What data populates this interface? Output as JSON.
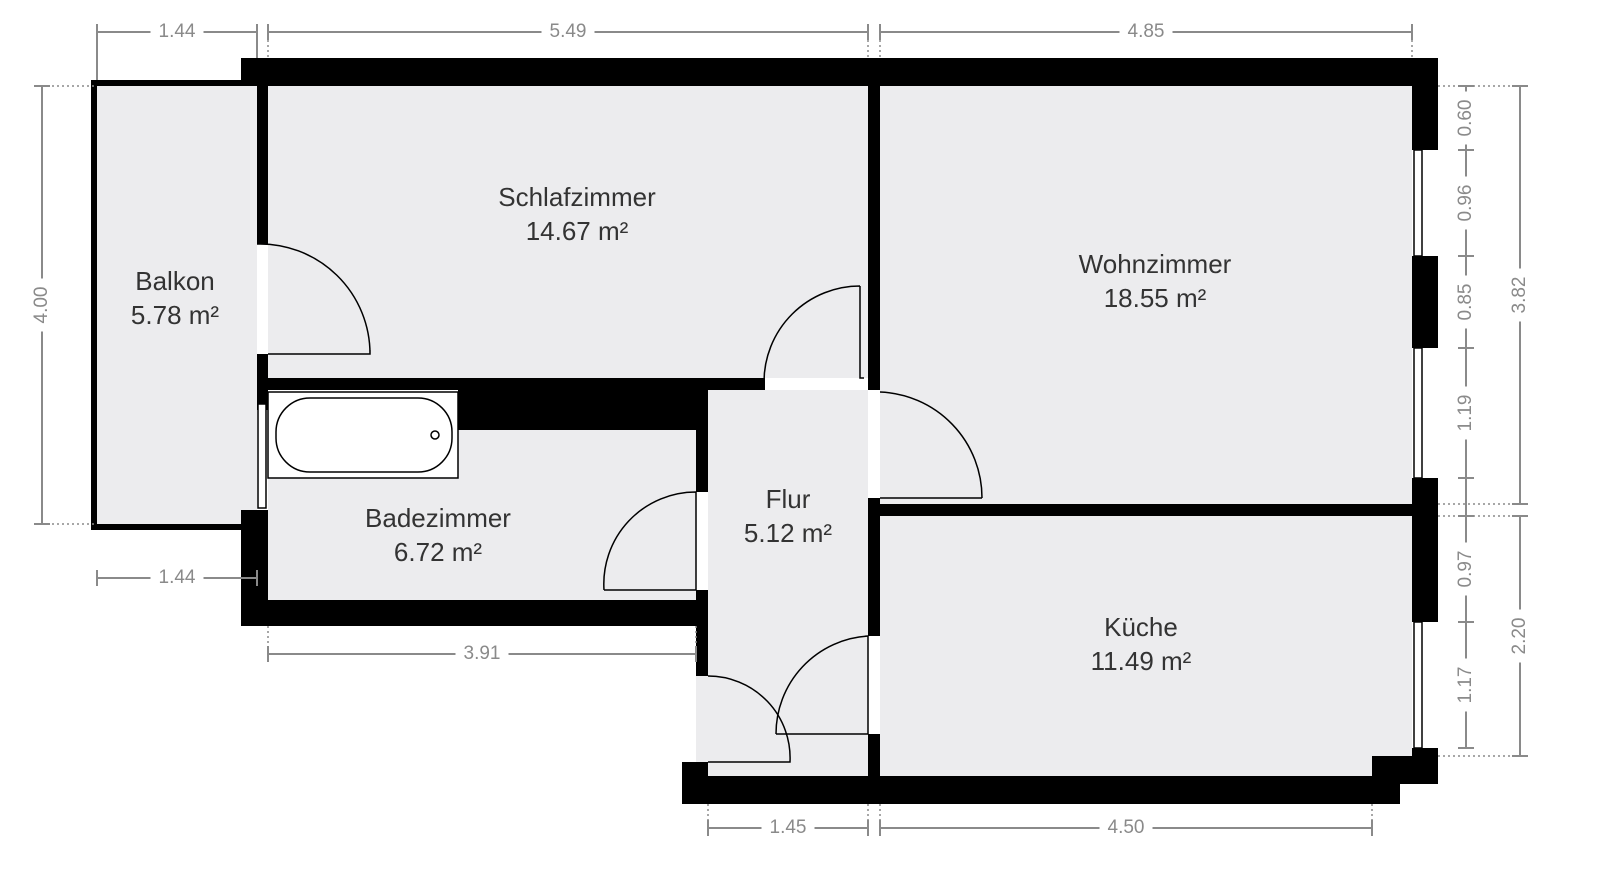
{
  "rooms": [
    {
      "id": "schlafzimmer",
      "name": "Schlafzimmer",
      "area": "14.67 m²"
    },
    {
      "id": "wohnzimmer",
      "name": "Wohnzimmer",
      "area": "18.55 m²"
    },
    {
      "id": "balkon",
      "name": "Balkon",
      "area": "5.78 m²"
    },
    {
      "id": "badezimmer",
      "name": "Badezimmer",
      "area": "6.72 m²"
    },
    {
      "id": "flur",
      "name": "Flur",
      "area": "5.12 m²"
    },
    {
      "id": "kueche",
      "name": "Küche",
      "area": "11.49 m²"
    }
  ],
  "dimensions": {
    "top_balkon": "1.44",
    "top_schlafzimmer": "5.49",
    "top_wohnzimmer": "4.85",
    "left_balkon": "4.00",
    "bottom_balkon": "1.44",
    "bottom_badezimmer": "3.91",
    "bottom_flur": "1.45",
    "bottom_kueche": "4.50",
    "right_wohnzimmer_total": "3.82",
    "right_kueche_total": "2.20",
    "right_segments": [
      "0.60",
      "0.96",
      "0.85",
      "1.19",
      "0.97",
      "1.17"
    ]
  },
  "colors": {
    "wall": "#000000",
    "floor": "#ececee",
    "dimension": "#8a8a8a",
    "text": "#333333"
  }
}
